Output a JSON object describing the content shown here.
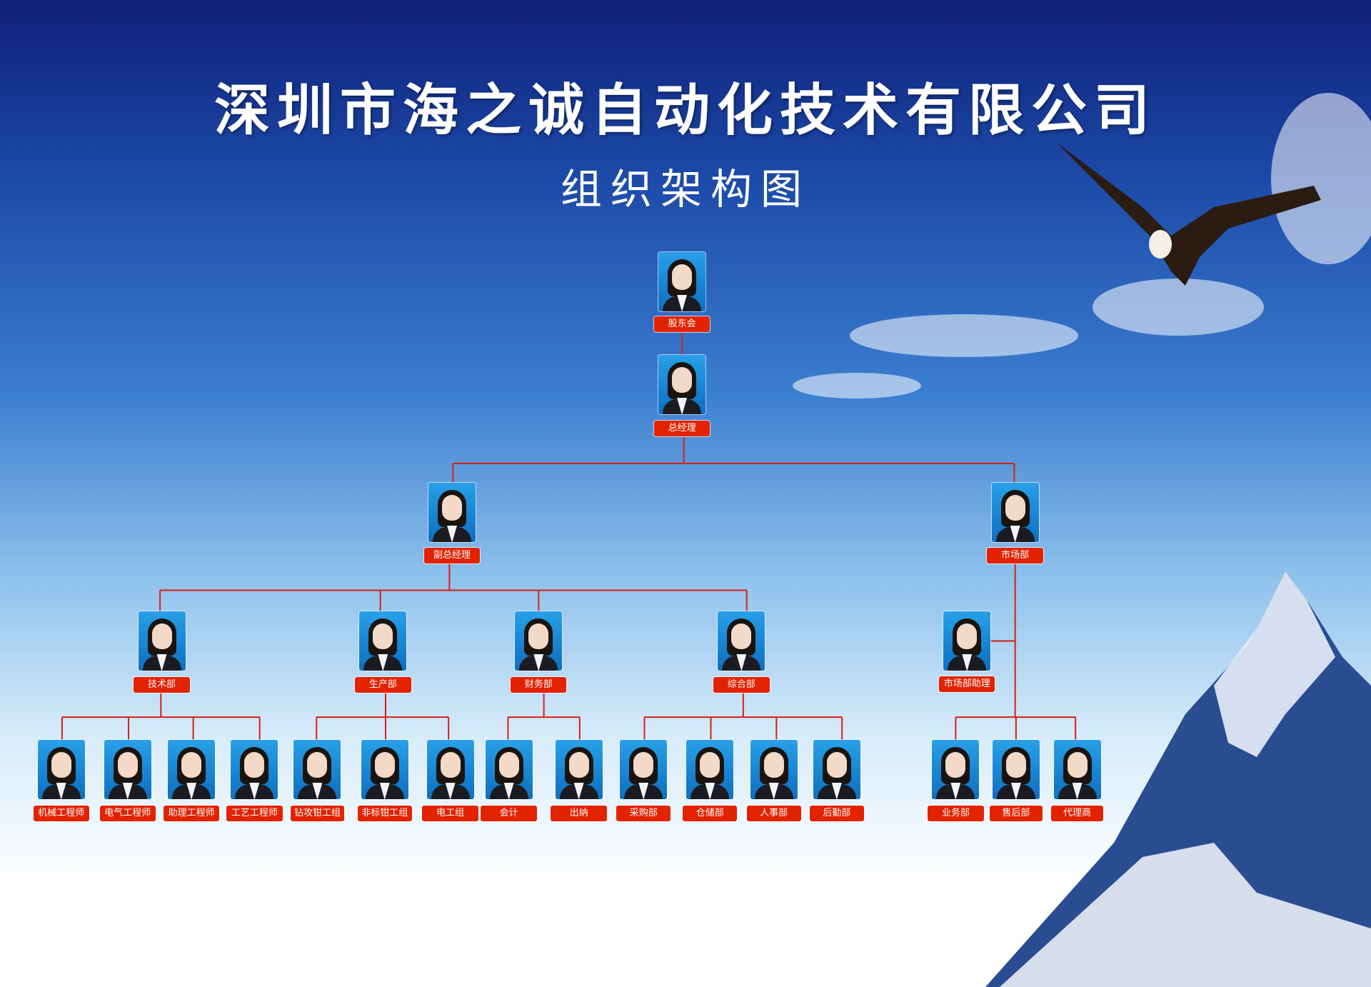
{
  "header": {
    "title": "深圳市海之诚自动化技术有限公司",
    "subtitle": "组织架构图"
  },
  "nodes": [
    {
      "id": "shareholders",
      "label": "股东会"
    },
    {
      "id": "gm",
      "label": "总经理"
    },
    {
      "id": "deputy-gm",
      "label": "副总经理"
    },
    {
      "id": "marketing",
      "label": "市场部"
    },
    {
      "id": "tech",
      "label": "技术部"
    },
    {
      "id": "production",
      "label": "生产部"
    },
    {
      "id": "finance",
      "label": "财务部"
    },
    {
      "id": "general",
      "label": "综合部"
    },
    {
      "id": "marketing-assistant",
      "label": "市场部助理"
    },
    {
      "id": "mech-eng",
      "label": "机械工程师"
    },
    {
      "id": "elec-eng",
      "label": "电气工程师"
    },
    {
      "id": "asst-eng",
      "label": "助理工程师"
    },
    {
      "id": "process-eng",
      "label": "工艺工程师"
    },
    {
      "id": "drill-group",
      "label": "钻攻钳工组"
    },
    {
      "id": "nonstd-group",
      "label": "非标钳工组"
    },
    {
      "id": "electric-group",
      "label": "电工组"
    },
    {
      "id": "accounting",
      "label": "会计"
    },
    {
      "id": "cashier",
      "label": "出纳"
    },
    {
      "id": "purchasing",
      "label": "采购部"
    },
    {
      "id": "warehouse",
      "label": "仓储部"
    },
    {
      "id": "hr",
      "label": "人事部"
    },
    {
      "id": "logistics",
      "label": "后勤部"
    },
    {
      "id": "sales",
      "label": "业务部"
    },
    {
      "id": "after-sales",
      "label": "售后部"
    },
    {
      "id": "agents",
      "label": "代理商"
    }
  ],
  "colors": {
    "line": "#d81e10",
    "label_bg": "#e32200"
  }
}
